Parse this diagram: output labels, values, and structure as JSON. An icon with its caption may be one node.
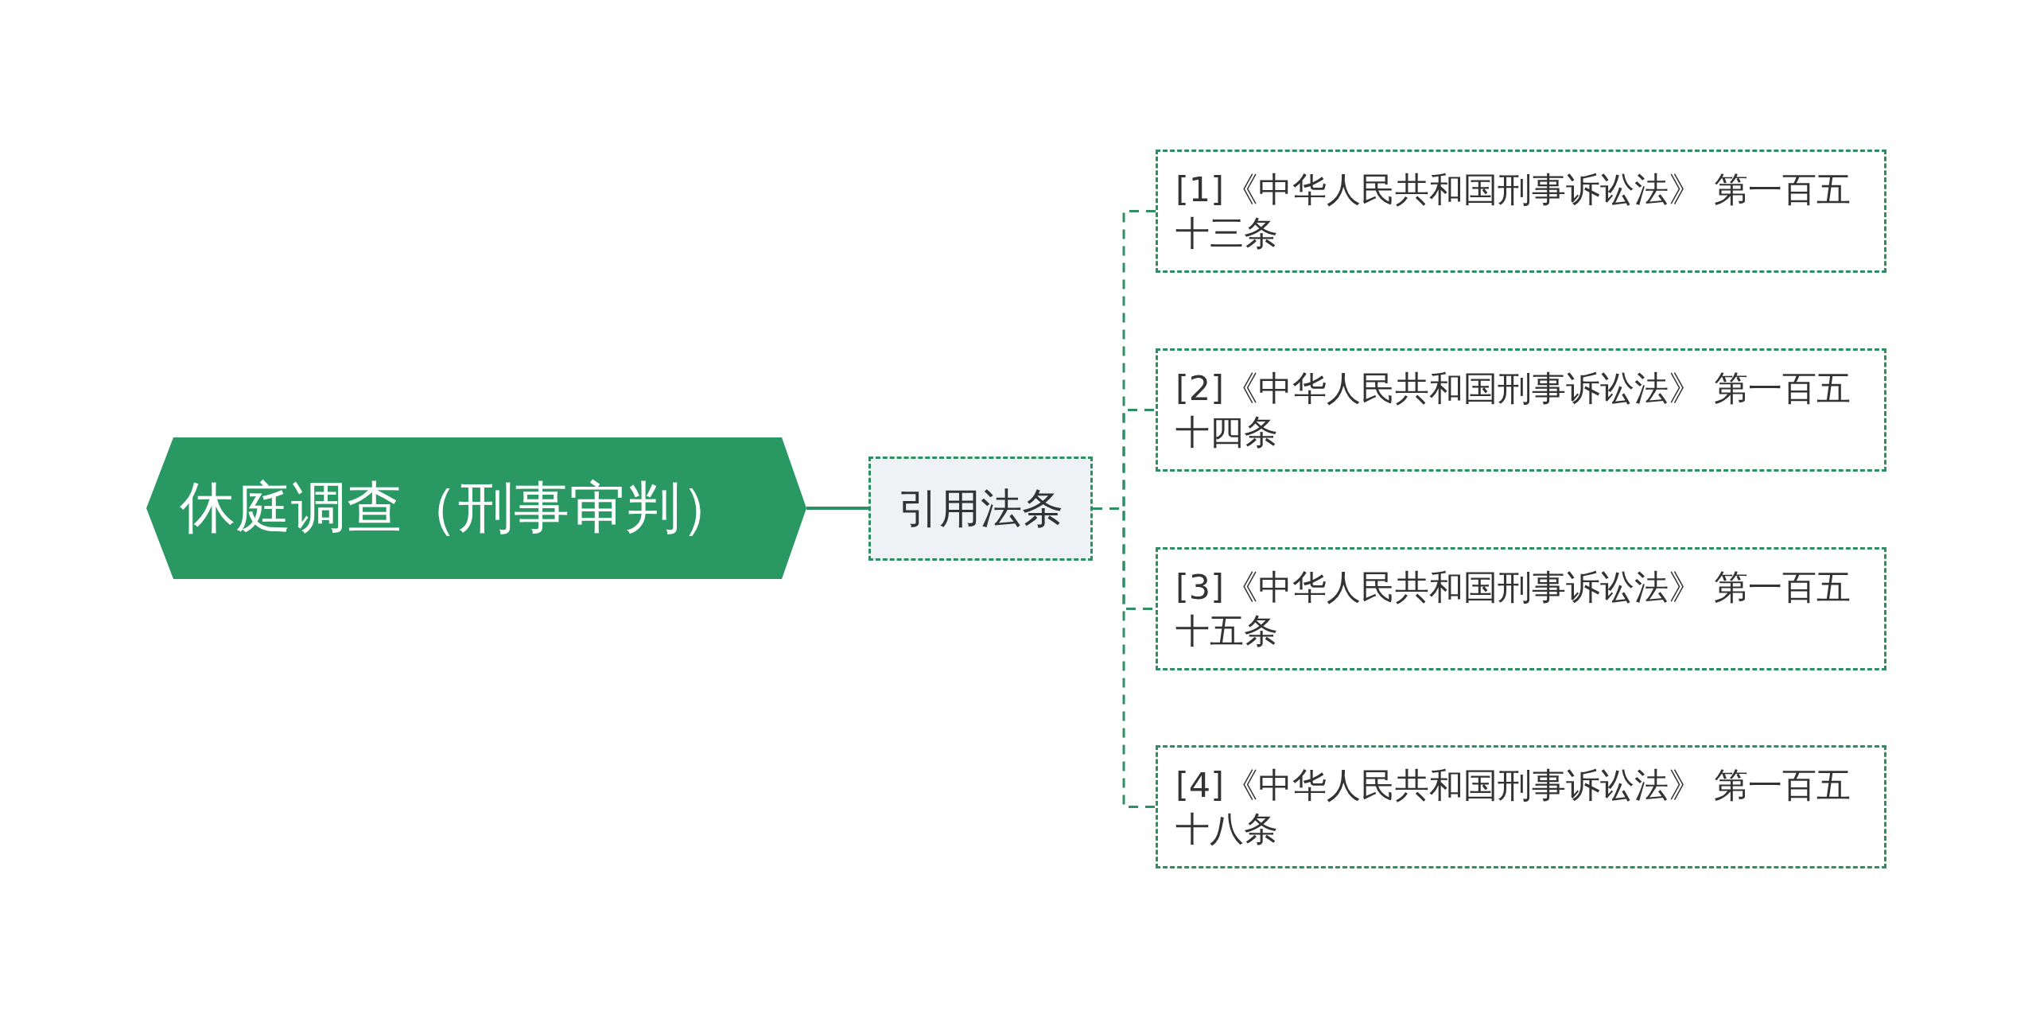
{
  "diagram": {
    "nodes": [
      {
        "text": [
          "休庭调查（刑事审判）"
        ]
      },
      {
        "text": [
          "引用法条"
        ]
      },
      {
        "text": [
          "[1]《中华人民共和国刑事诉讼法》 第一百五十三条"
        ]
      },
      {
        "text": [
          "[2]《中华人民共和国刑事诉讼法》 第一百五十四条"
        ]
      },
      {
        "text": [
          "[3]《中华人民共和国刑事诉讼法》 第一百五十五条"
        ]
      },
      {
        "text": [
          "[4]《中华人民共和国刑事诉讼法》 第一百五十八条"
        ]
      }
    ],
    "edges": [
      {
        "from": 0,
        "to": 1,
        "arrow": "none"
      },
      {
        "from": 1,
        "to": 2,
        "arrow": "none",
        "style": "dashed"
      },
      {
        "from": 1,
        "to": 3,
        "arrow": "none",
        "style": "dashed"
      },
      {
        "from": 1,
        "to": 4,
        "arrow": "none",
        "style": "dashed"
      },
      {
        "from": 1,
        "to": 5,
        "arrow": "none",
        "style": "dashed"
      }
    ]
  }
}
